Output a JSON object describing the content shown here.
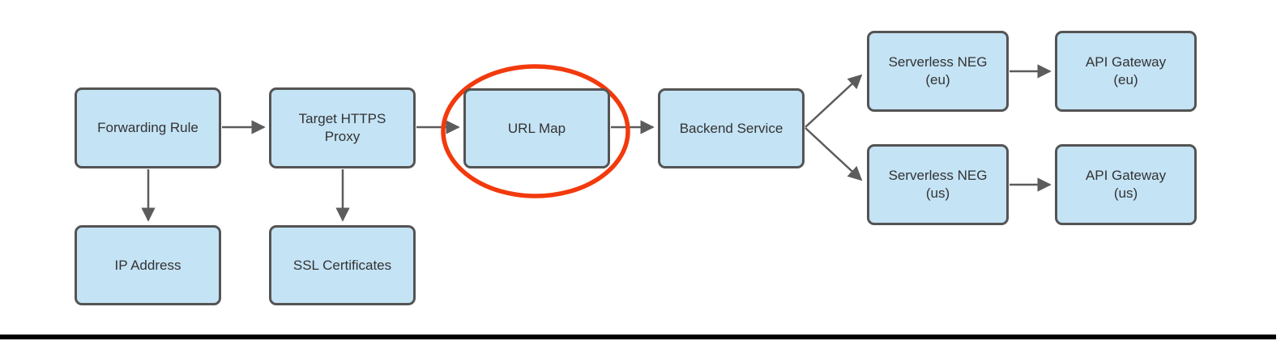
{
  "diagram": {
    "type": "flowchart",
    "nodes": [
      {
        "id": "forwarding-rule",
        "label": "Forwarding Rule"
      },
      {
        "id": "target-https-proxy",
        "label": "Target HTTPS\nProxy"
      },
      {
        "id": "url-map",
        "label": "URL Map",
        "highlighted": true
      },
      {
        "id": "backend-service",
        "label": "Backend Service"
      },
      {
        "id": "serverless-neg-eu",
        "label": "Serverless NEG\n(eu)"
      },
      {
        "id": "api-gateway-eu",
        "label": "API Gateway\n(eu)"
      },
      {
        "id": "serverless-neg-us",
        "label": "Serverless NEG\n(us)"
      },
      {
        "id": "api-gateway-us",
        "label": "API Gateway\n(us)"
      },
      {
        "id": "ip-address",
        "label": "IP Address"
      },
      {
        "id": "ssl-certificates",
        "label": "SSL Certificates"
      }
    ],
    "edges": [
      {
        "from": "forwarding-rule",
        "to": "target-https-proxy"
      },
      {
        "from": "target-https-proxy",
        "to": "url-map"
      },
      {
        "from": "url-map",
        "to": "backend-service"
      },
      {
        "from": "backend-service",
        "to": "serverless-neg-eu"
      },
      {
        "from": "backend-service",
        "to": "serverless-neg-us"
      },
      {
        "from": "serverless-neg-eu",
        "to": "api-gateway-eu"
      },
      {
        "from": "serverless-neg-us",
        "to": "api-gateway-us"
      },
      {
        "from": "forwarding-rule",
        "to": "ip-address"
      },
      {
        "from": "target-https-proxy",
        "to": "ssl-certificates"
      }
    ],
    "annotation": {
      "shape": "ellipse",
      "around": "url-map",
      "color": "#f23a0d"
    },
    "colors": {
      "node_fill": "#c4e3f5",
      "node_border": "#545454",
      "arrow": "#5c5c5c",
      "text": "#333333",
      "highlight_ellipse": "#f23a0d",
      "bottom_bar": "#000000",
      "background": "#ffffff"
    }
  }
}
